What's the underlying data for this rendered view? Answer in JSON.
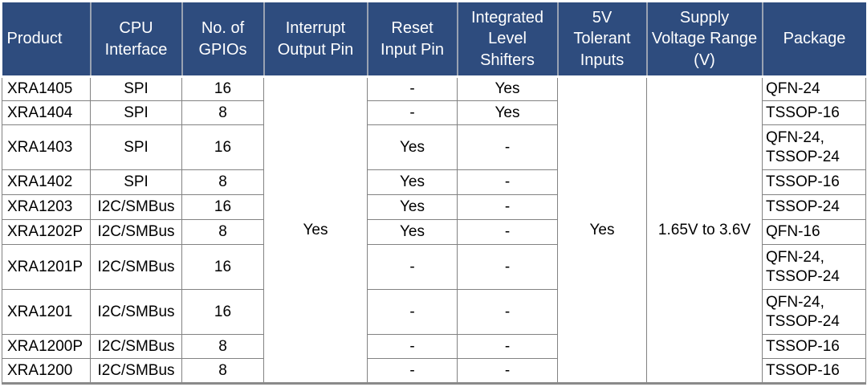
{
  "colors": {
    "header_bg": "#2e4c7e",
    "header_text": "#ffffff",
    "grid_line": "#828282",
    "header_divider": "#99a2b2",
    "body_text": "#000000"
  },
  "table": {
    "headers": {
      "product": "Product",
      "cpu_interface": "CPU\nInterface",
      "gpios": "No. of\nGPIOs",
      "interrupt_output_pin": "Interrupt\nOutput Pin",
      "reset_input_pin": "Reset\nInput Pin",
      "integrated_level_shifters": "Integrated\nLevel\nShifters",
      "five_v_tolerant_inputs": "5V\nTolerant\nInputs",
      "supply_voltage_range": "Supply\nVoltage Range\n(V)",
      "package": "Package"
    },
    "merged": {
      "interrupt_output_pin": "Yes",
      "five_v_tolerant_inputs": "Yes",
      "supply_voltage_range": "1.65V to 3.6V"
    },
    "rows": [
      {
        "product": "XRA1405",
        "cpu": "SPI",
        "gpios": "16",
        "reset": "-",
        "shifters": "Yes",
        "package": "QFN-24"
      },
      {
        "product": "XRA1404",
        "cpu": "SPI",
        "gpios": "8",
        "reset": "-",
        "shifters": "Yes",
        "package": "TSSOP-16"
      },
      {
        "product": "XRA1403",
        "cpu": "SPI",
        "gpios": "16",
        "reset": "Yes",
        "shifters": "-",
        "package": "QFN-24,\nTSSOP-24"
      },
      {
        "product": "XRA1402",
        "cpu": "SPI",
        "gpios": "8",
        "reset": "Yes",
        "shifters": "-",
        "package": "TSSOP-16"
      },
      {
        "product": "XRA1203",
        "cpu": "I2C/SMBus",
        "gpios": "16",
        "reset": "Yes",
        "shifters": "-",
        "package": "TSSOP-24"
      },
      {
        "product": "XRA1202P",
        "cpu": "I2C/SMBus",
        "gpios": "8",
        "reset": "Yes",
        "shifters": "-",
        "package": "QFN-16"
      },
      {
        "product": "XRA1201P",
        "cpu": "I2C/SMBus",
        "gpios": "16",
        "reset": "-",
        "shifters": "-",
        "package": "QFN-24,\nTSSOP-24"
      },
      {
        "product": "XRA1201",
        "cpu": "I2C/SMBus",
        "gpios": "16",
        "reset": "-",
        "shifters": "-",
        "package": "QFN-24,\nTSSOP-24"
      },
      {
        "product": "XRA1200P",
        "cpu": "I2C/SMBus",
        "gpios": "8",
        "reset": "-",
        "shifters": "-",
        "package": "TSSOP-16"
      },
      {
        "product": "XRA1200",
        "cpu": "I2C/SMBus",
        "gpios": "8",
        "reset": "-",
        "shifters": "-",
        "package": "TSSOP-16"
      }
    ]
  }
}
